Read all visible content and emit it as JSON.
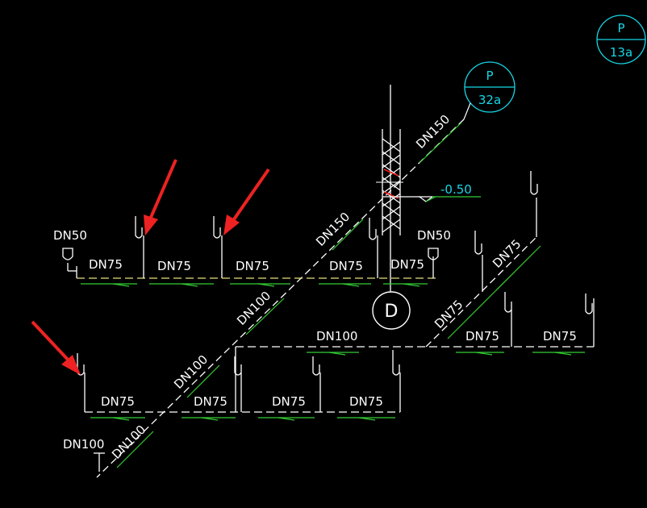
{
  "tags": {
    "p13a": {
      "letter": "P",
      "number": "13a"
    },
    "p32a": {
      "letter": "P",
      "number": "32a"
    }
  },
  "level_marker": "-0.50",
  "riser_label": "D",
  "labels": {
    "dn150_top": "DN150",
    "dn150_mid": "DN150",
    "dn50_left": "DN50",
    "dn50_right": "DN50",
    "row1": [
      "DN75",
      "DN75",
      "DN75",
      "DN75",
      "DN75"
    ],
    "dn100_diag_upper": "DN100",
    "dn100_mid": "DN100",
    "row2_right": [
      "DN75",
      "DN75"
    ],
    "dn75_diag1": "DN75",
    "dn75_diag2": "DN75",
    "dn100_diag_lower": "DN100",
    "row3": [
      "DN75",
      "DN75",
      "DN75",
      "DN75"
    ],
    "dn100_left": "DN100",
    "dn100_bottom": "DN100"
  },
  "colors": {
    "background": "#000000",
    "pipe_white": "#ffffff",
    "pipe_yellow": "#e8e07a",
    "slope_green": "#33cc33",
    "tag_cyan": "#17d6e6",
    "arrow_red": "#ee2222"
  }
}
